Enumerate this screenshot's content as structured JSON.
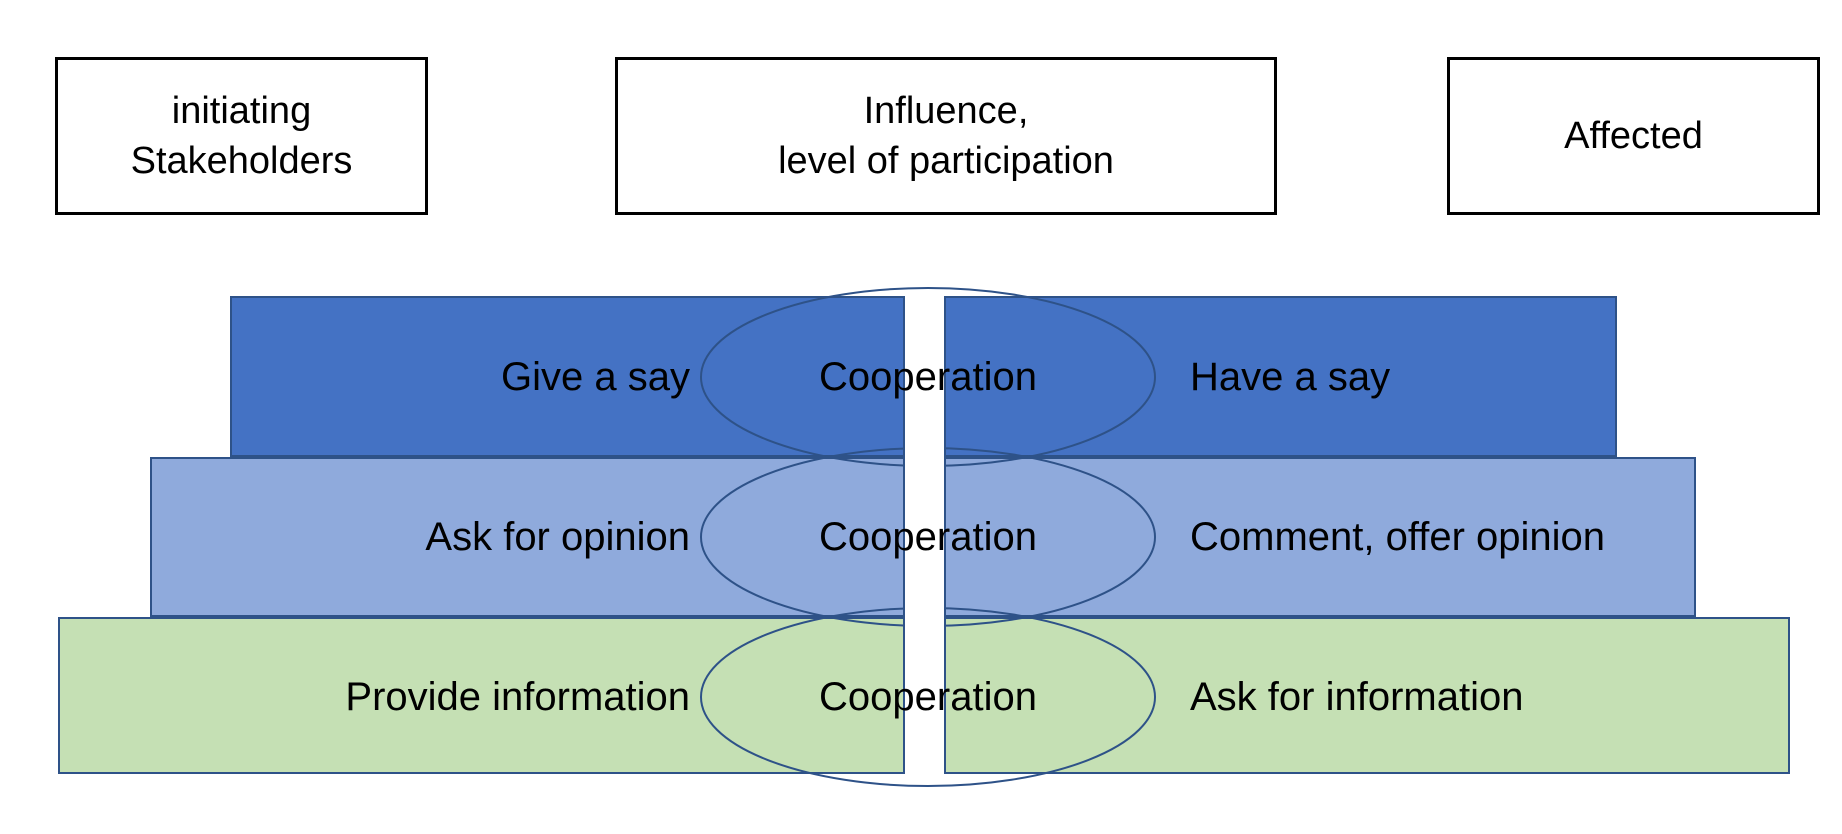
{
  "headers": [
    {
      "id": "initiating",
      "label": "initiating\nStakeholders"
    },
    {
      "id": "influence",
      "label": "Influence,\nlevel of participation"
    },
    {
      "id": "affected",
      "label": "Affected"
    }
  ],
  "bands": [
    {
      "id": "give-a-say",
      "level": "highest",
      "left_label": "Give a say",
      "center_label": "Cooperation",
      "right_label": "Have a say",
      "color": "#4472C4"
    },
    {
      "id": "ask-for-opinion",
      "level": "middle",
      "left_label": "Ask for opinion",
      "center_label": "Cooperation",
      "right_label": "Comment, offer opinion",
      "color": "#8FAADC"
    },
    {
      "id": "provide-information",
      "level": "lowest",
      "left_label": "Provide information",
      "center_label": "Cooperation",
      "right_label": "Ask for information",
      "color": "#C5E0B4"
    }
  ],
  "colors": {
    "band_top": "#4472C4",
    "band_middle": "#8FAADC",
    "band_bottom": "#C5E0B4",
    "outline": "#2E5288",
    "header_border": "#000000",
    "background": "#FFFFFF",
    "text": "#000000"
  }
}
